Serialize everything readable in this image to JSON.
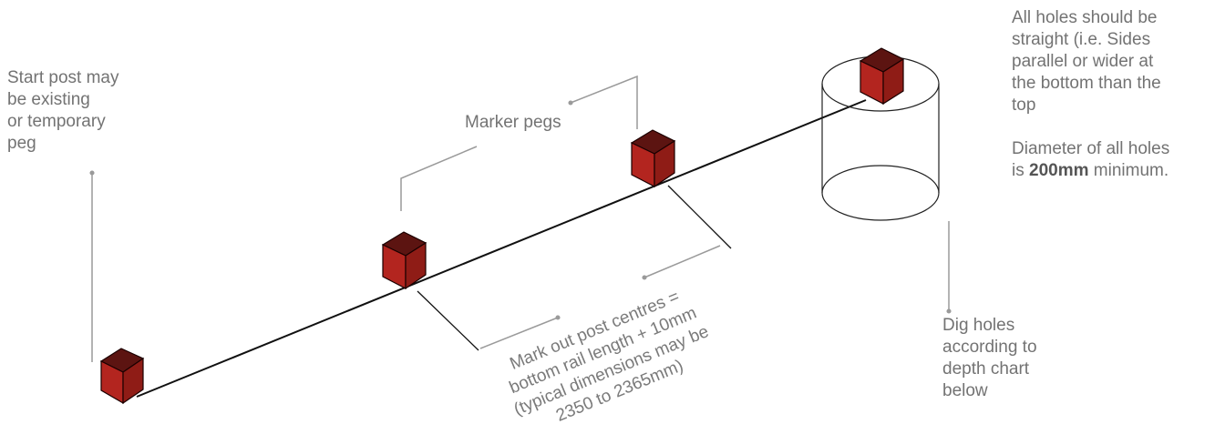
{
  "start_post": {
    "lines": [
      "Start post may",
      "be existing",
      "or temporary",
      "peg"
    ]
  },
  "marker_pegs": {
    "label": "Marker pegs"
  },
  "holes_note": {
    "lines": [
      "All holes should be",
      "straight (i.e. Sides",
      "parallel or wider at",
      "the bottom than the",
      "top"
    ],
    "diameter_prefix": "Diameter of all holes",
    "diameter_is": "is ",
    "diameter_value": "200mm",
    "diameter_suffix": " minimum."
  },
  "dig_holes": {
    "lines": [
      "Dig holes",
      "according to",
      "depth chart",
      "below"
    ]
  },
  "post_centres": {
    "lines": [
      "Mark out post centres =",
      "bottom rail length + 10mm",
      "(typical dimensions may be",
      "2350 to 2365mm)"
    ]
  },
  "colors": {
    "post_front": "#b3251f",
    "post_side": "#8f1c16",
    "post_top": "#5c1411",
    "leader": "#9a9a9a"
  }
}
